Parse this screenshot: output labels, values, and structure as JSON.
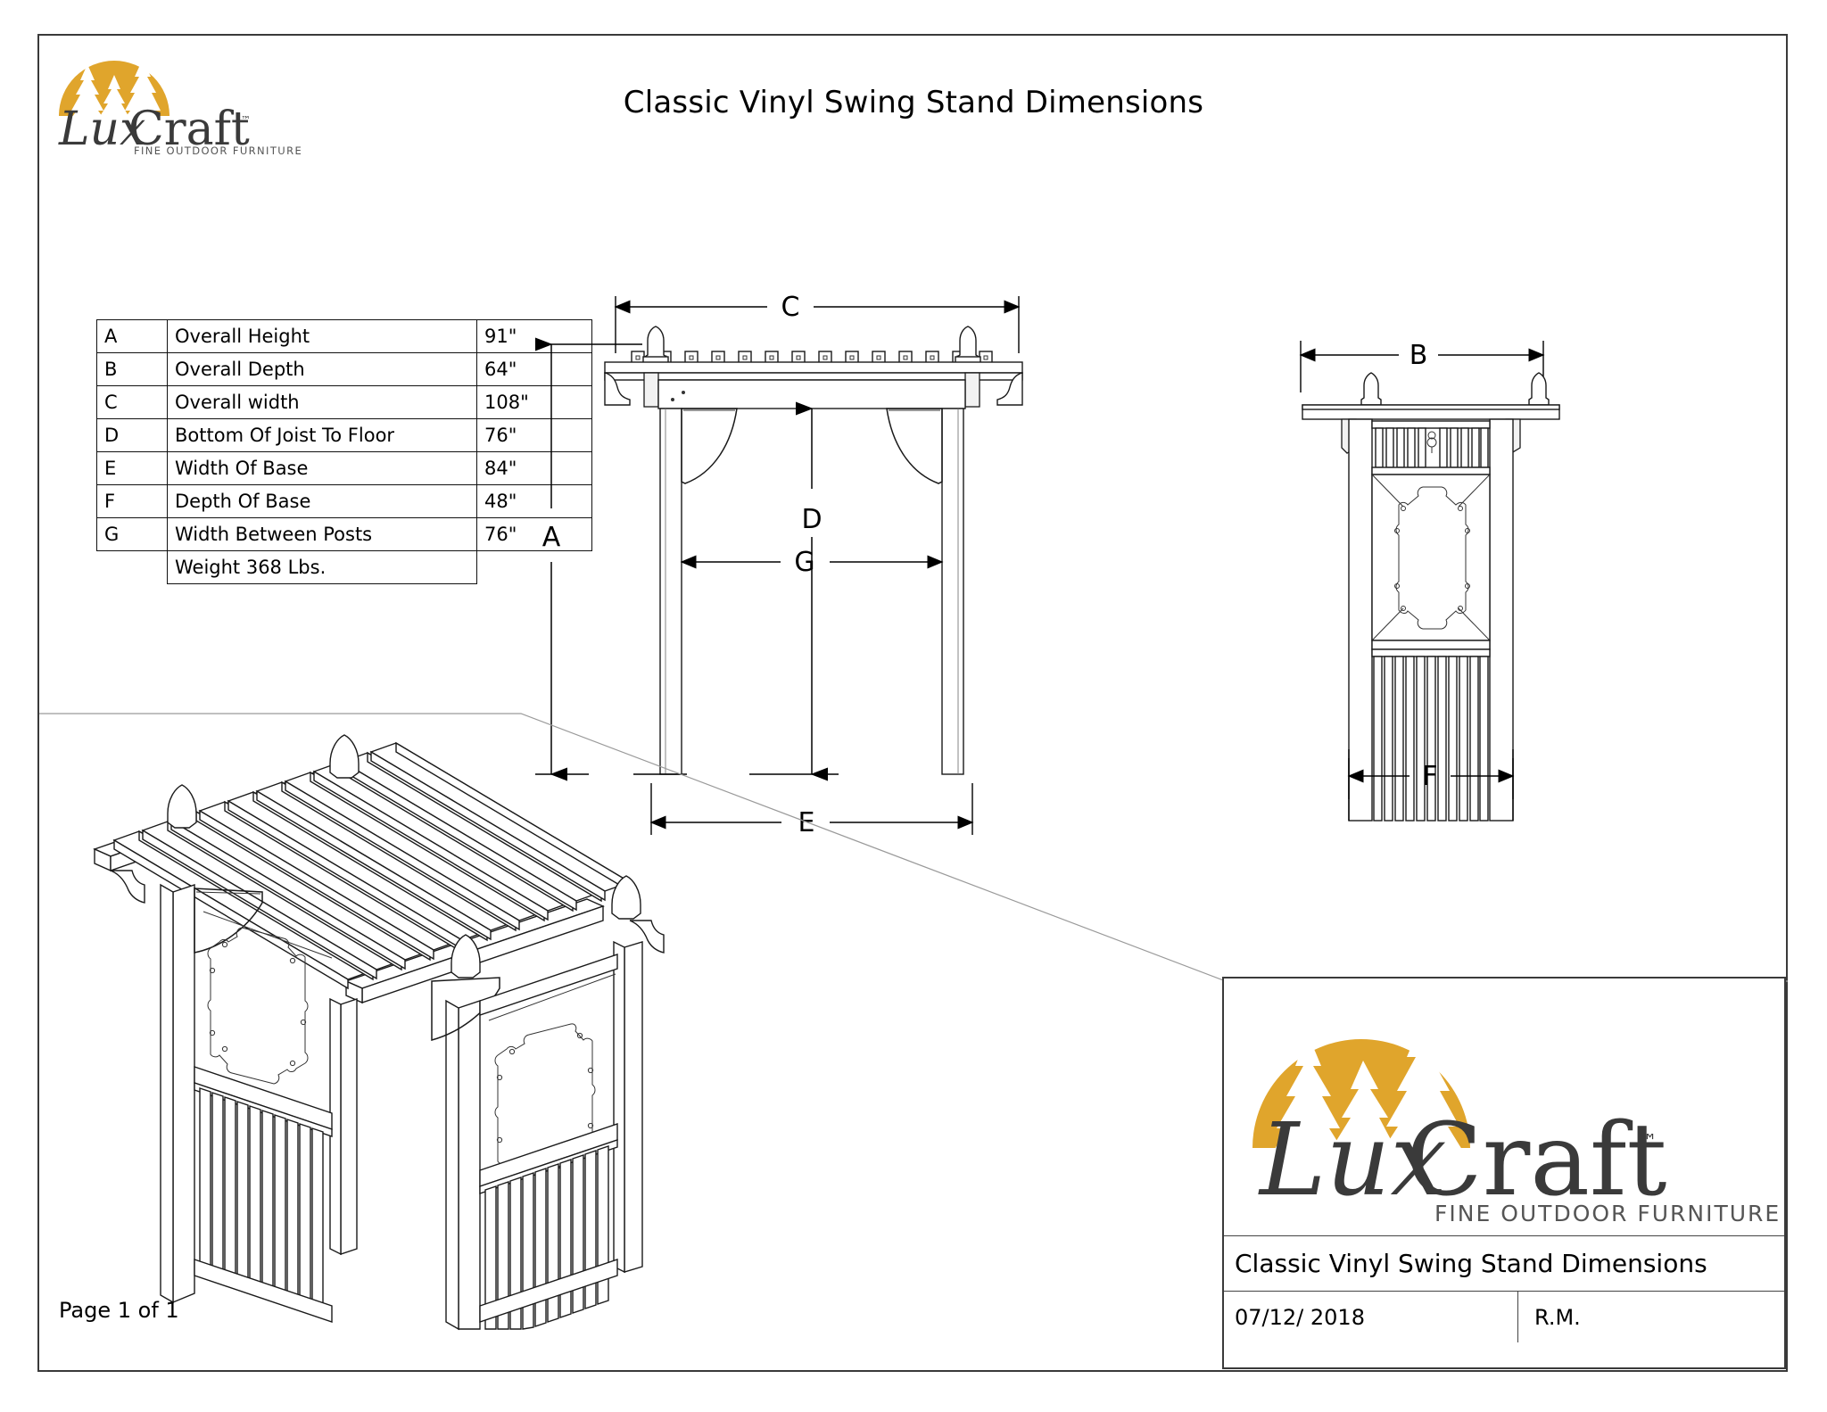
{
  "document": {
    "title": "Classic Vinyl Swing Stand Dimensions",
    "page_label": "Page 1 of 1"
  },
  "brand": {
    "name_part1": "L",
    "name_part2": "ux",
    "name_part3": "Craft",
    "wordmark": "LuxCraft",
    "trademark": "™",
    "tagline": "FINE OUTDOOR FURNITURE",
    "gold_hex": "#E0A52C",
    "ink_hex": "#3a3a3a"
  },
  "dimension_table": {
    "columns": [
      "key",
      "description",
      "value"
    ],
    "rows": [
      {
        "key": "A",
        "description": "Overall Height",
        "value": "91\""
      },
      {
        "key": "B",
        "description": "Overall Depth",
        "value": "64\""
      },
      {
        "key": "C",
        "description": "Overall width",
        "value": "108\""
      },
      {
        "key": "D",
        "description": "Bottom Of Joist To Floor",
        "value": "76\""
      },
      {
        "key": "E",
        "description": "Width Of Base",
        "value": "84\""
      },
      {
        "key": "F",
        "description": "Depth Of Base",
        "value": "48\""
      },
      {
        "key": "G",
        "description": "Width Between Posts",
        "value": "76\""
      }
    ],
    "weight_row": {
      "key": "",
      "description": "Weight 368 Lbs.",
      "value": ""
    }
  },
  "views": {
    "front_elevation": {
      "name": "front-elevation-view",
      "dimension_labels": [
        "C",
        "A",
        "D",
        "G",
        "E"
      ]
    },
    "side_elevation": {
      "name": "side-elevation-view",
      "dimension_labels": [
        "B",
        "F"
      ]
    },
    "isometric": {
      "name": "isometric-view"
    }
  },
  "dimension_callouts": {
    "C": "C",
    "A": "A",
    "D": "D",
    "G": "G",
    "E": "E",
    "B": "B",
    "F": "F"
  },
  "title_block": {
    "drawing_name": "Classic Vinyl Swing Stand Dimensions",
    "date": "07/12/ 2018",
    "author": "R.M."
  }
}
